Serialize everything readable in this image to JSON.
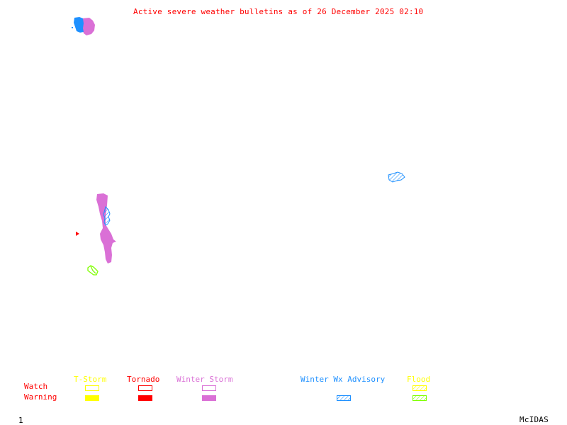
{
  "title": "Active severe weather bulletins as of 26 December 2025 02:10",
  "legend": {
    "row_labels": {
      "watch": "Watch",
      "warning": "Warning"
    },
    "categories": [
      {
        "name": "T-Storm",
        "color": "#ffff00",
        "watch": "outline",
        "warning": "filled"
      },
      {
        "name": "Tornado",
        "color": "#ff0000",
        "watch": "outline",
        "warning": "filled"
      },
      {
        "name": "Winter Storm",
        "color": "#da70d6",
        "watch": "outline",
        "warning": "filled"
      },
      {
        "name": "Winter Wx Advisory",
        "color": "#1e90ff",
        "watch": null,
        "warning": "hatched"
      },
      {
        "name": "Flood",
        "color": "#ffff00",
        "warning_color": "#7fff00",
        "watch": "hatched",
        "warning": "hatched"
      }
    ]
  },
  "areas": [
    {
      "id": "winter-wx-advisory-northwest",
      "type": "Winter Wx Advisory",
      "color": "#1e90ff"
    },
    {
      "id": "winter-storm-warning-northwest",
      "type": "Winter Storm",
      "color": "#da70d6"
    },
    {
      "id": "winter-storm-warning-west",
      "type": "Winter Storm",
      "color": "#da70d6"
    },
    {
      "id": "winter-wx-advisory-west",
      "type": "Winter Wx Advisory",
      "color": "#1e90ff"
    },
    {
      "id": "tornado-warning-west",
      "type": "Tornado",
      "color": "#ff0000"
    },
    {
      "id": "flood-warning-southwest",
      "type": "Flood",
      "color": "#7fff00"
    },
    {
      "id": "winter-wx-advisory-east",
      "type": "Winter Wx Advisory",
      "color": "#1e90ff"
    }
  ],
  "footer": {
    "frame_number": "1",
    "brand": "McIDAS"
  }
}
